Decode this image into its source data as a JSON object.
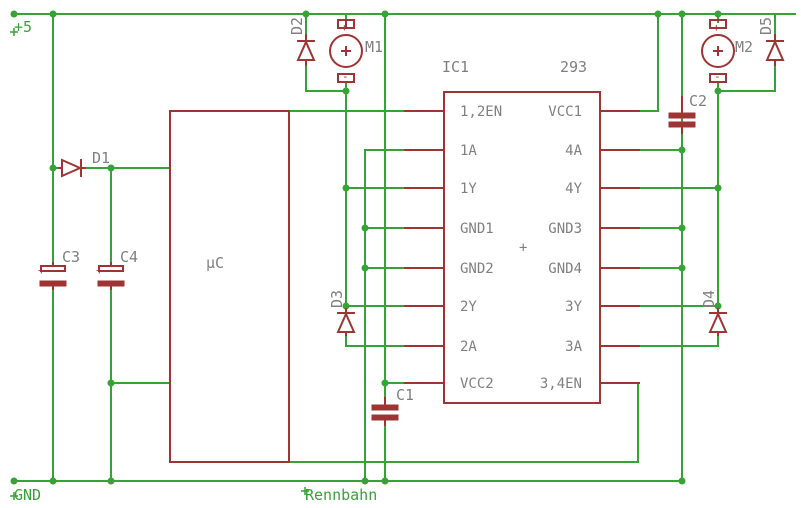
{
  "nets": {
    "vcc": "+5",
    "gnd": "GND",
    "track": "Rennbahn"
  },
  "ic": {
    "ref": "IC1",
    "value": "293",
    "left_pins": [
      "1,2EN",
      "1A",
      "1Y",
      "GND1",
      "GND2",
      "2Y",
      "2A",
      "VCC2"
    ],
    "right_pins": [
      "VCC1",
      "4A",
      "4Y",
      "GND3",
      "GND4",
      "3Y",
      "3A",
      "3,4EN"
    ]
  },
  "mcu": {
    "label": "µC"
  },
  "motors": {
    "m1": "M1",
    "m2": "M2"
  },
  "diodes": {
    "d1": "D1",
    "d2": "D2",
    "d3": "D3",
    "d4": "D4",
    "d5": "D5"
  },
  "capacitors": {
    "c1": "C1",
    "c2": "C2",
    "c3": "C3",
    "c4": "C4"
  },
  "colors": {
    "wire": "#36a336",
    "part": "#9e3434",
    "label": "#808080",
    "background": "#ffffff"
  }
}
